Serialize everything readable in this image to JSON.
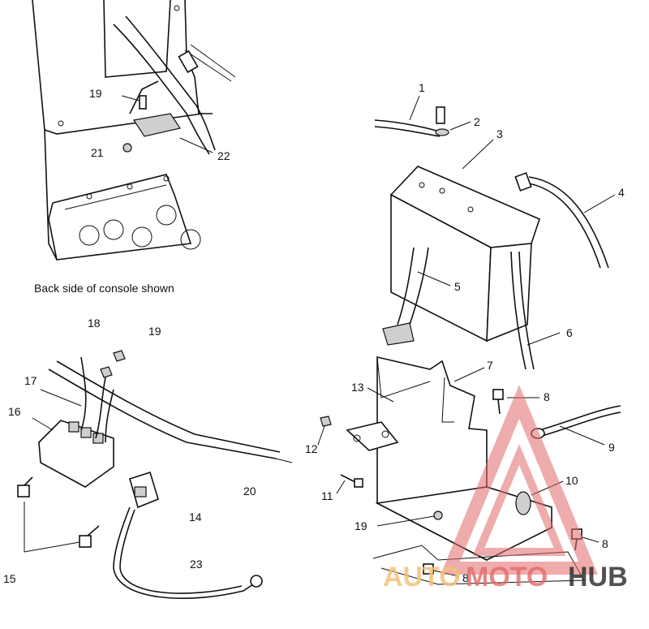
{
  "caption": "Back side of console shown",
  "callouts": [
    "1",
    "2",
    "3",
    "4",
    "5",
    "6",
    "7",
    "8",
    "9",
    "10",
    "11",
    "12",
    "13",
    "14",
    "15",
    "16",
    "17",
    "18",
    "19",
    "20",
    "21",
    "22",
    "23"
  ],
  "watermark": {
    "part_auto": "AUTO",
    "part_moto": "MOTO",
    "part_hub": "HUB",
    "colors": {
      "auto": "#f3c27a",
      "moto": "#e36a6a",
      "hub": "#333333",
      "triangle": "#e36a6a"
    }
  }
}
